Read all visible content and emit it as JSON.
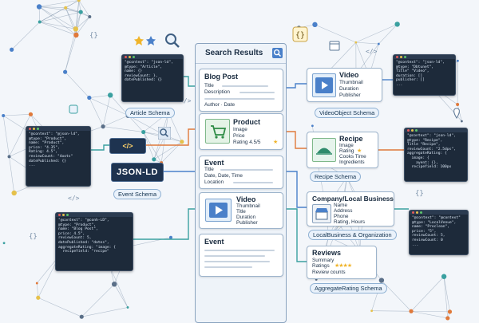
{
  "search": {
    "title": "Search Results"
  },
  "results": [
    {
      "title": "Blog Post",
      "lines": [
        "Title",
        "Description",
        "Author · Date"
      ]
    },
    {
      "title": "Product",
      "lines": [
        "Image",
        "Price",
        "Rating 4.5/5"
      ]
    },
    {
      "title": "Event",
      "lines": [
        "Title",
        "Date, Date, Time",
        "Location"
      ]
    },
    {
      "title": "Video",
      "lines": [
        "Thumbnail",
        "Title",
        "Duration",
        "Publisher"
      ]
    },
    {
      "title": "Event",
      "lines": []
    }
  ],
  "right_cards": [
    {
      "title": "Video",
      "lines": [
        "Thumbnail",
        "Duration",
        "Publisher"
      ]
    },
    {
      "title": "Recipe",
      "lines": [
        "Image",
        "Rating",
        "Cooks Time",
        "Ingredients"
      ]
    },
    {
      "title": "Company/Local Business",
      "lines": [
        "Name",
        "Address",
        "Phone",
        "Rating, Hours"
      ]
    },
    {
      "title": "Reviews",
      "lines": [
        "Summary",
        "Ratings",
        "Review counts"
      ]
    }
  ],
  "schema_labels": {
    "article": "Article Schema",
    "event": "Event Schema",
    "video": "VideoObject Schema",
    "recipe": "Recipe Schema",
    "local": "LocalBusiness & Organization",
    "aggregate": "AggregateRating Schema"
  },
  "badges": {
    "jsonld": "JSON-LD",
    "code": "</>",
    "braces": "{}"
  },
  "code_snippets": {
    "article": [
      "\"@context\": \"json-ld\",",
      "@type: \"Article\",",
      "name: {}",
      "reviewCount: },",
      "datePublished: {}"
    ],
    "left_product": [
      "\"@context\": \"@json-ld\",",
      "@type: \"Product\",",
      "name: \"Product\",",
      "price: \"4.35\",",
      "Rating: 4.5\",",
      "reviewCount: \"4oots\"",
      "datePublished: {}",
      "..."
    ],
    "blog": [
      "\"@context\": \"@conh-LD\",",
      "@type: \"Product\",",
      "name: \"Blog Post\",",
      "price: 4.5\",",
      "reviewCount: 5,",
      "datePublished: \"dates\",",
      "aggregateRating: \"image: {",
      "  recipeYield: \"recipe\""
    ],
    "video": [
      "\"@context\": \"json-ld\",",
      "@type: \"Dbtunet\",",
      "Title\" \"Video\",",
      "duration: []",
      "publisher: []",
      "..."
    ],
    "recipe": [
      "\"@context\": \"json-ld\",",
      "@type: \"Recipe\",",
      "Title \"Recipe\",",
      "reviewCount: \"2.5dps\",",
      "aggregateRating: {",
      "  image: {",
      "    ayent: {},",
      "  recipeYield: 100px"
    ],
    "local": [
      "\"@context\": \"@context\"",
      "@type: \"LocalVenue\",",
      "name: \"Proclean\",",
      "price: \"5\",",
      "reviewCount: 5,",
      "reviewCount: 0",
      "..."
    ]
  },
  "colors": {
    "accent": "#4a80c9",
    "star": "#f0b429",
    "code_bg": "#1d2a3a"
  }
}
